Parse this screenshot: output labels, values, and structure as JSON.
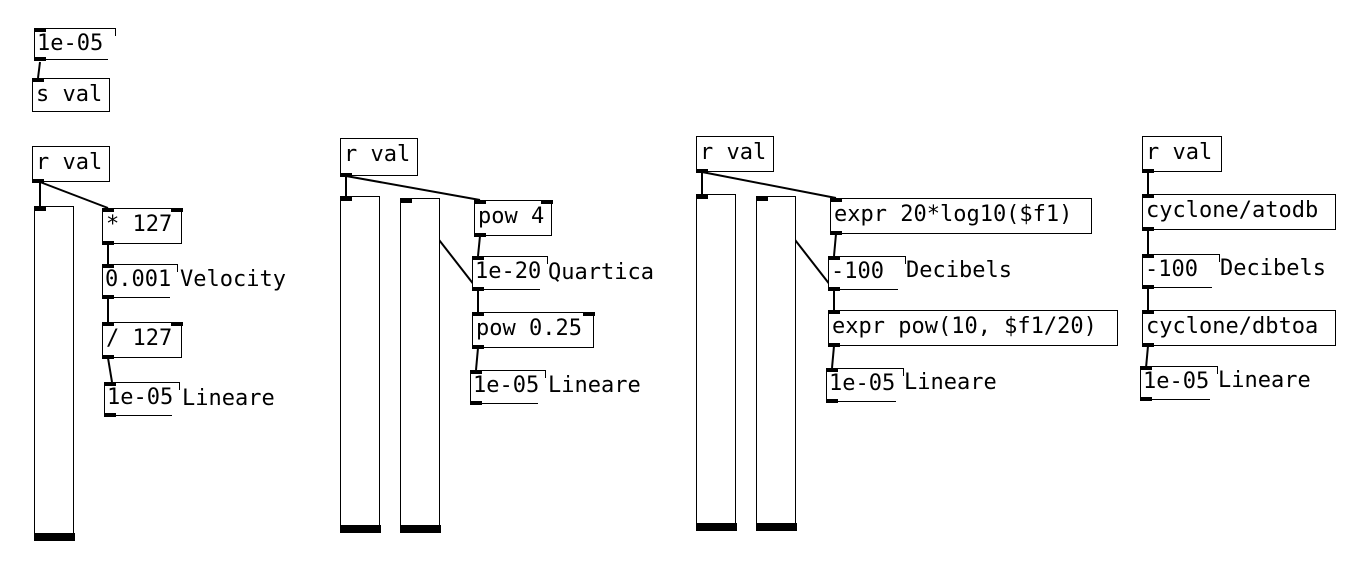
{
  "patch": {
    "send_message": "1e-05",
    "send_object": "s val",
    "group1": {
      "receive": "r val",
      "mul": "* 127",
      "velocity_num": "0.001",
      "velocity_label": "Velocity",
      "div": "/ 127",
      "linear_num": "1e-05",
      "linear_label": "Lineare"
    },
    "group2": {
      "receive": "r val",
      "pow4": "pow 4",
      "quartic_num": "1e-20",
      "quartic_label": "Quartica",
      "pow025": "pow 0.25",
      "linear_num": "1e-05",
      "linear_label": "Lineare"
    },
    "group3": {
      "receive": "r val",
      "expr_db": "expr 20*log10($f1)",
      "db_num": "-100",
      "db_label": "Decibels",
      "expr_lin": "expr pow(10, $f1/20)",
      "linear_num": "1e-05",
      "linear_label": "Lineare"
    },
    "group4": {
      "receive": "r val",
      "atodb": "cyclone/atodb",
      "db_num": "-100",
      "db_label": "Decibels",
      "dbtoa": "cyclone/dbtoa",
      "linear_num": "1e-05",
      "linear_label": "Lineare"
    }
  }
}
